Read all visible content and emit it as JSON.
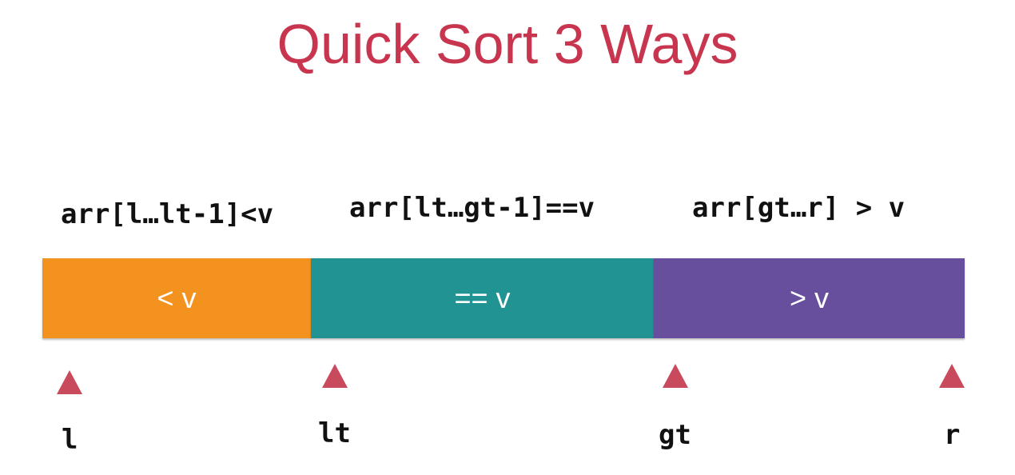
{
  "title": "Quick Sort 3 Ways",
  "ranges": {
    "less": "arr[l…lt-1]<v",
    "equal": "arr[lt…gt-1]==v",
    "greater": "arr[gt…r] > v"
  },
  "segments": {
    "less": {
      "label": "< v",
      "color": "#f3921f"
    },
    "equal": {
      "label": "== v",
      "color": "#219393"
    },
    "greater": {
      "label": "> v",
      "color": "#674f9e"
    }
  },
  "marker_color": "#c94a5c",
  "indices": {
    "l": "l",
    "lt": "lt",
    "gt": "gt",
    "r": "r"
  }
}
